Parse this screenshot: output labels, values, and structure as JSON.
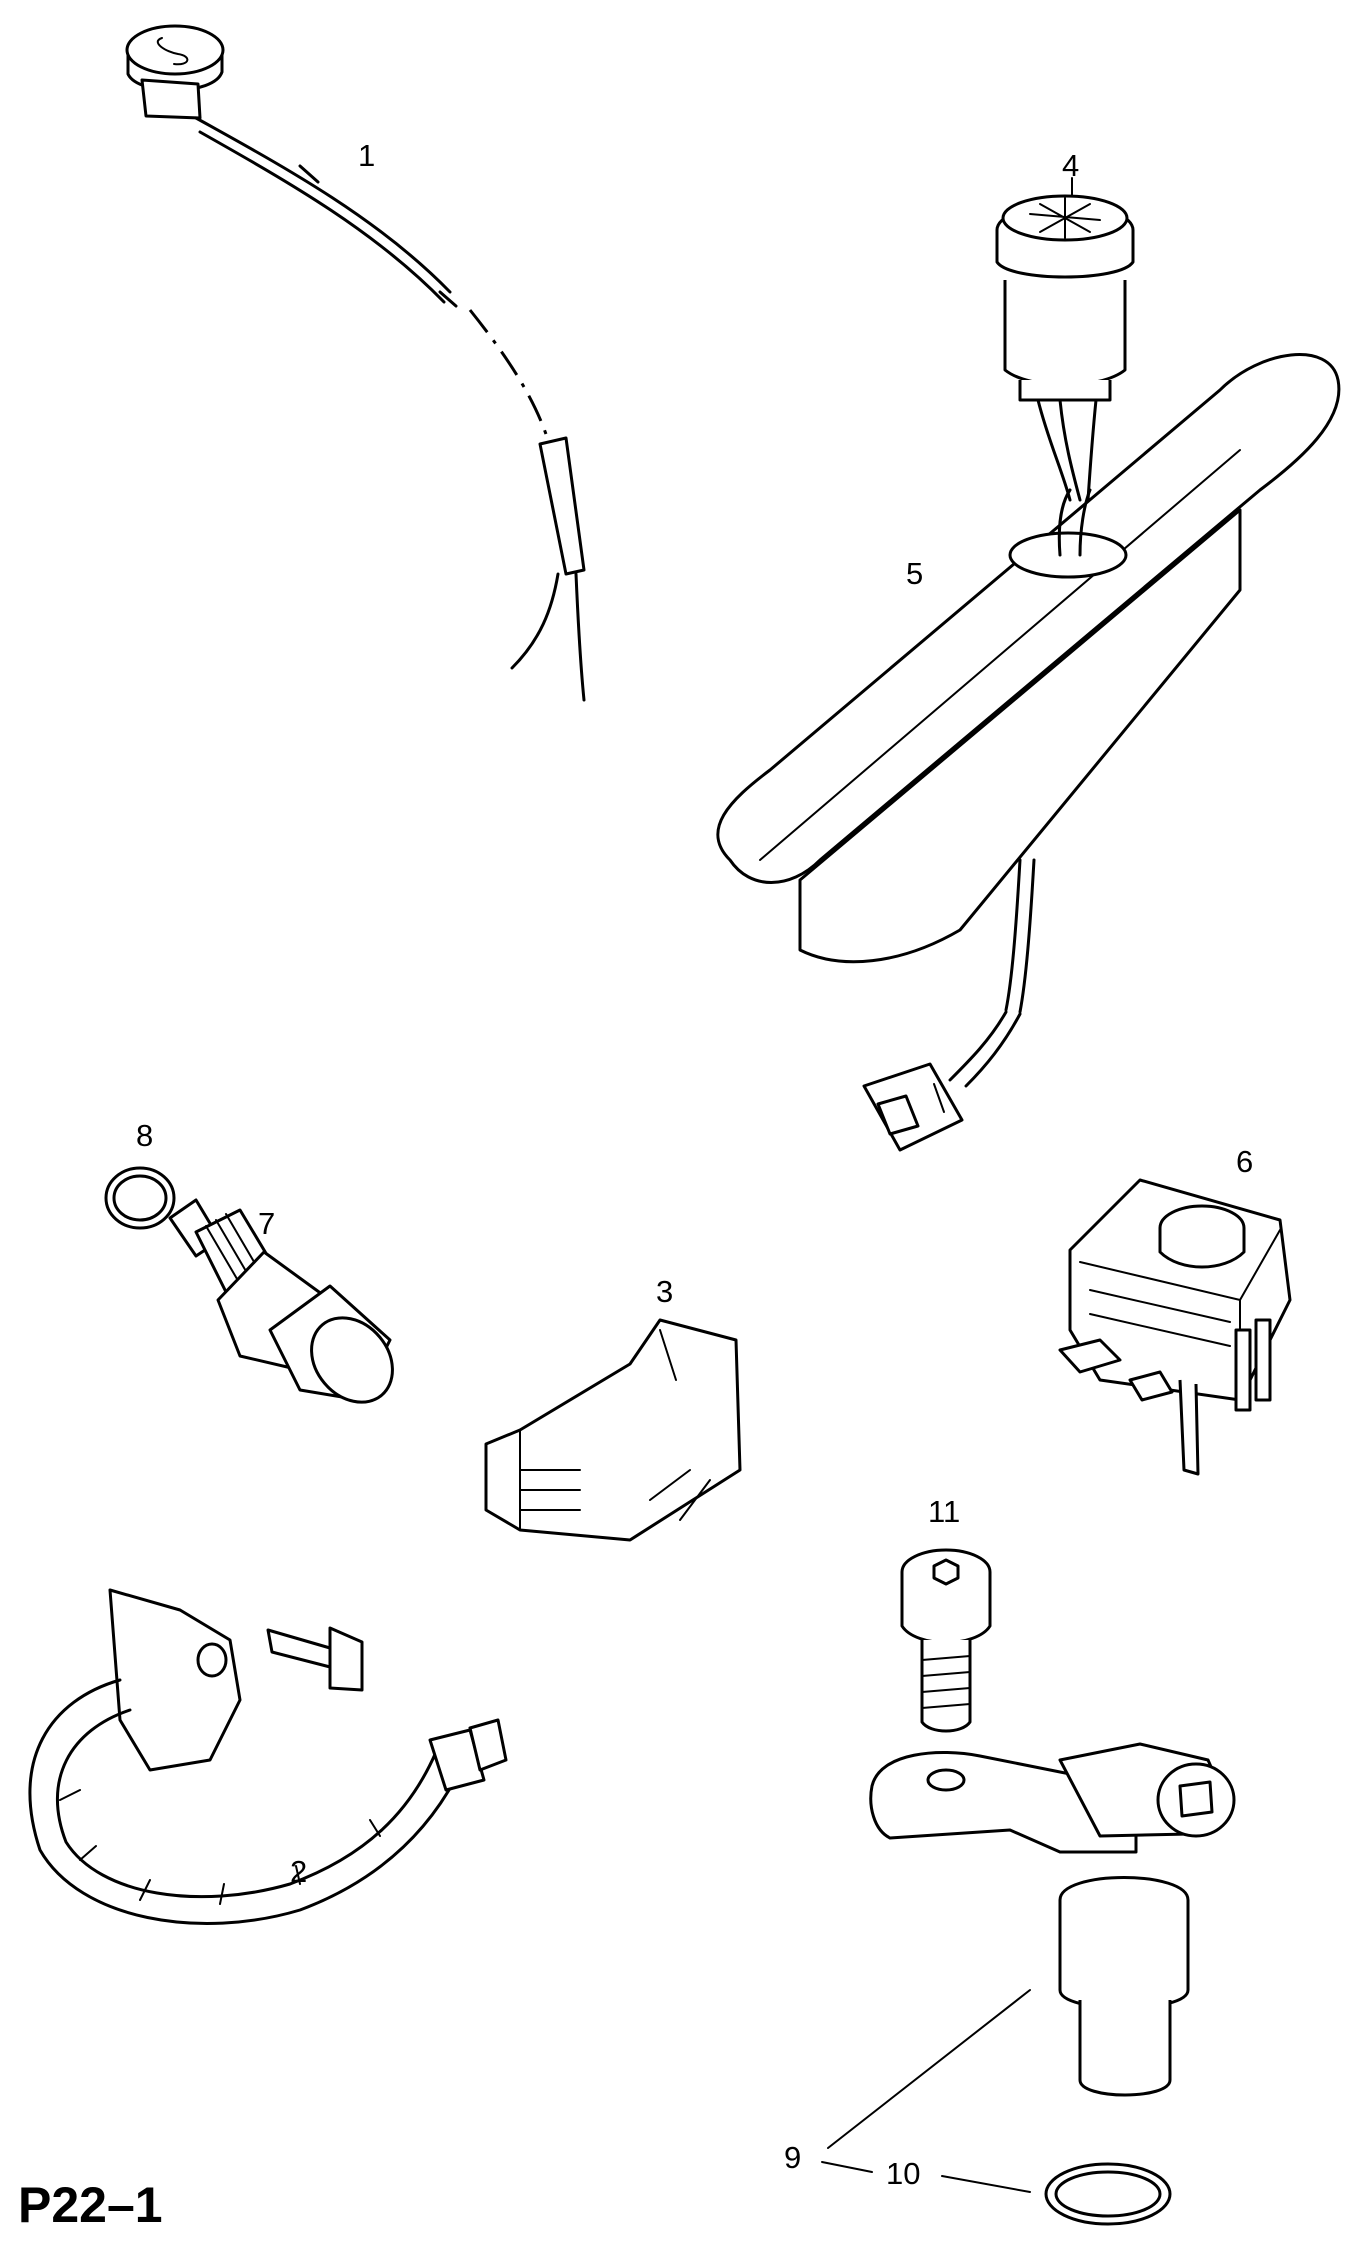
{
  "diagram": {
    "page_code": "P22–1",
    "callouts": [
      "1",
      "2",
      "3",
      "4",
      "5",
      "6",
      "7",
      "8",
      "9",
      "10",
      "11"
    ]
  }
}
